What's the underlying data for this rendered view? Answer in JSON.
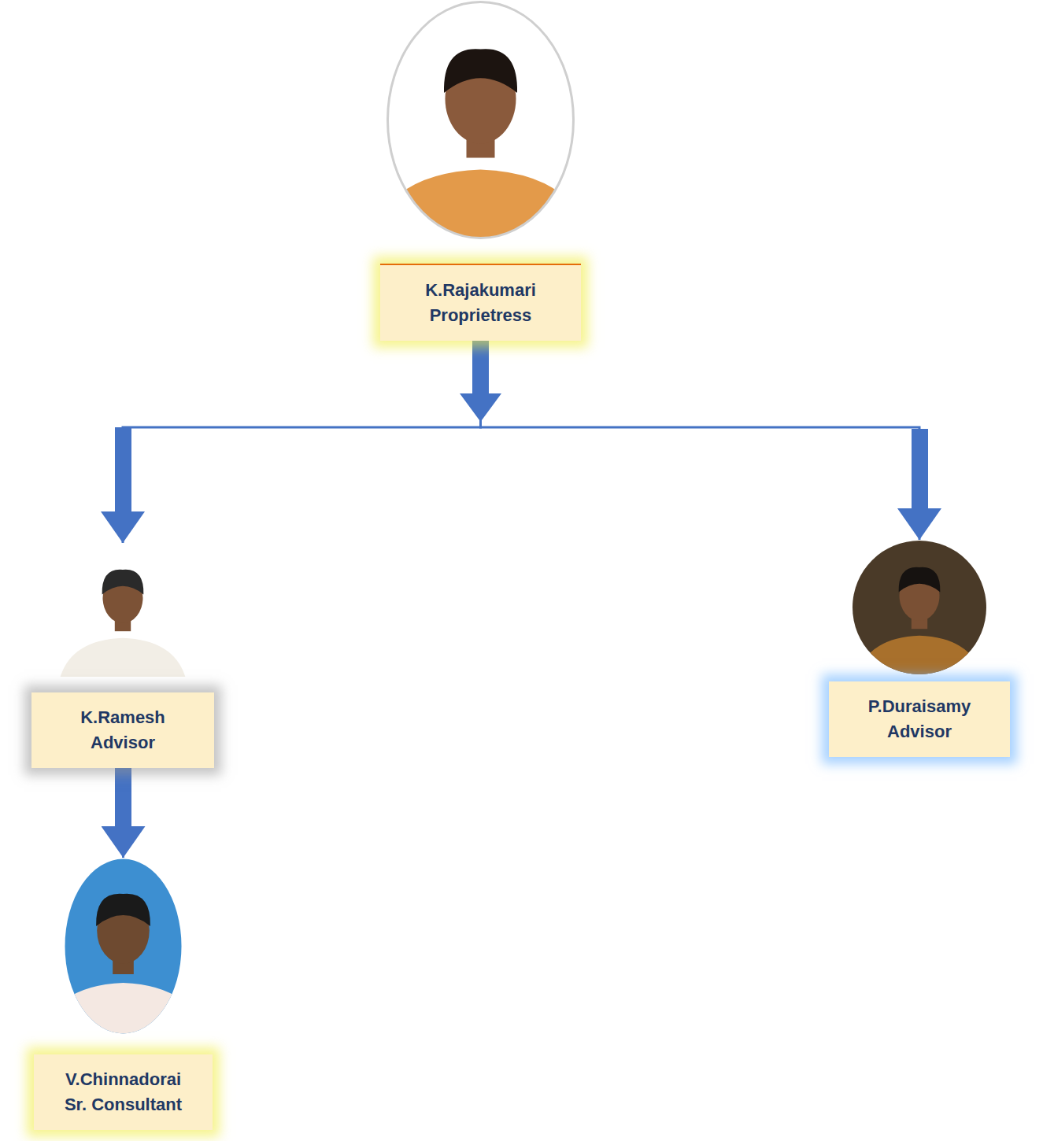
{
  "diagram": {
    "nodes": [
      {
        "text": [
          "K.Rajakumari",
          "Proprietress"
        ]
      },
      {
        "text": [
          "K.Ramesh",
          "Advisor"
        ]
      },
      {
        "text": [
          "P.Duraisamy",
          "Advisor"
        ]
      },
      {
        "text": [
          "V.Chinnadorai",
          "Sr. Consultant"
        ]
      }
    ],
    "edges": [
      {
        "from": 0,
        "to": 1,
        "arrow": "to"
      },
      {
        "from": 0,
        "to": 2,
        "arrow": "to"
      },
      {
        "from": 1,
        "to": 3,
        "arrow": "to"
      }
    ]
  }
}
